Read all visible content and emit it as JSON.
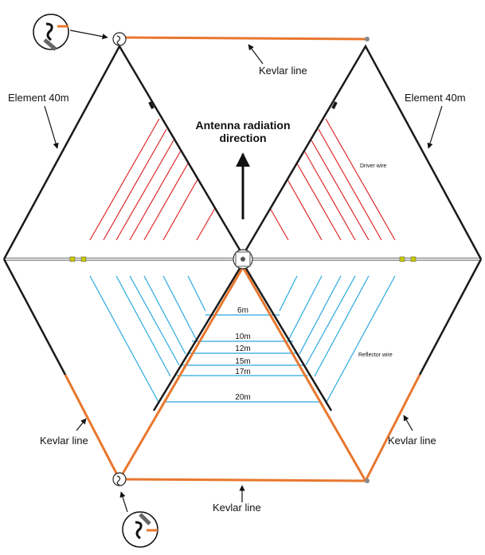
{
  "labels": {
    "kevlar_top": "Kevlar line",
    "element_left": "Element 40m",
    "element_right": "Element 40m",
    "radiation_line1": "Antenna radiation",
    "radiation_line2": "direction",
    "driver_wire": "Driver wire",
    "reflector_wire": "Reflector wire",
    "kevlar_left": "Kevlar line",
    "kevlar_right": "Kevlar line",
    "kevlar_bottom": "Kevlar line"
  },
  "bands": [
    "6m",
    "10m",
    "12m",
    "15m",
    "17m",
    "20m"
  ],
  "colors": {
    "element": "#1a1a1a",
    "kevlar": "#e8772e",
    "driver": "#e02828",
    "reflector": "#2aa8e0",
    "boom": "#9a9a9a"
  },
  "icons": [
    "hook-detail-icon-top",
    "hook-detail-icon-bottom",
    "antenna-hub-icon",
    "radiation-direction-arrow-icon"
  ]
}
